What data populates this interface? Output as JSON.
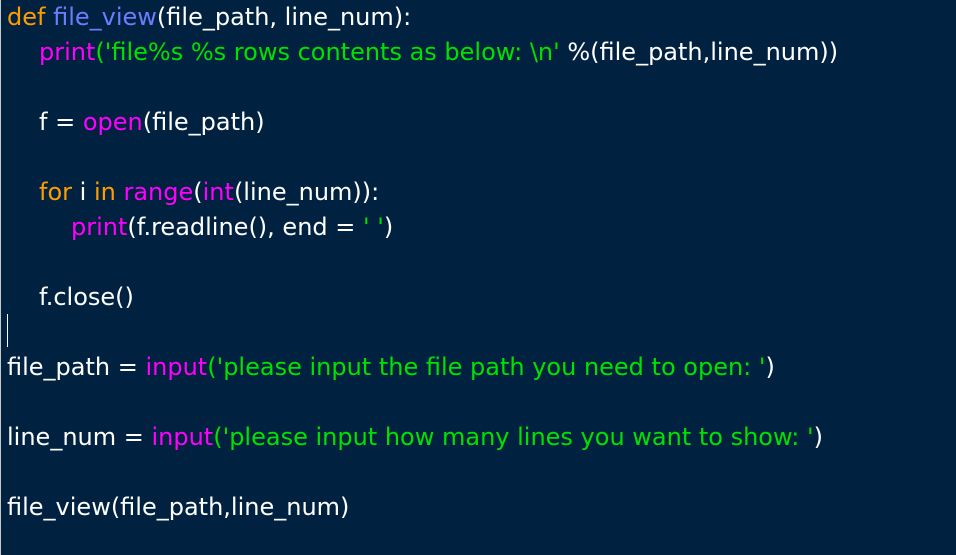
{
  "editor": {
    "colors": {
      "background": "#002240",
      "keyword": "#ff9d00",
      "function_name": "#6b7cff",
      "builtin": "#ff00ff",
      "string": "#00e100",
      "plain": "#ffffff"
    },
    "lines": {
      "l0": {
        "t1": "def",
        "t2": " ",
        "t3": "file_view",
        "t4": "(file_path, line_num):"
      },
      "l1": {
        "t1": "print",
        "t2": "(",
        "t3": "'file%s %s rows contents as below: \\n'",
        "t4": " %(file_path,line_num))"
      },
      "l3": {
        "t1": "f = ",
        "t2": "open",
        "t3": "(file_path)"
      },
      "l5": {
        "t1": "for",
        "t2": " i ",
        "t3": "in",
        "t4": " ",
        "t5": "range",
        "t6": "(",
        "t7": "int",
        "t8": "(line_num)):"
      },
      "l6": {
        "t1": "print",
        "t2": "(f.readline(), end = ",
        "t3": "' '",
        "t4": ")"
      },
      "l8": {
        "t1": "f.close()"
      },
      "l10": {
        "t1": "file_path = ",
        "t2": "input",
        "t3": "(",
        "t4": "'please input the file path you need to open: '",
        "t5": ")"
      },
      "l12": {
        "t1": "line_num = ",
        "t2": "input",
        "t3": "(",
        "t4": "'please input how many lines you want to show: '",
        "t5": ")"
      },
      "l14": {
        "t1": "file_view(file_path,line_num)"
      }
    }
  }
}
